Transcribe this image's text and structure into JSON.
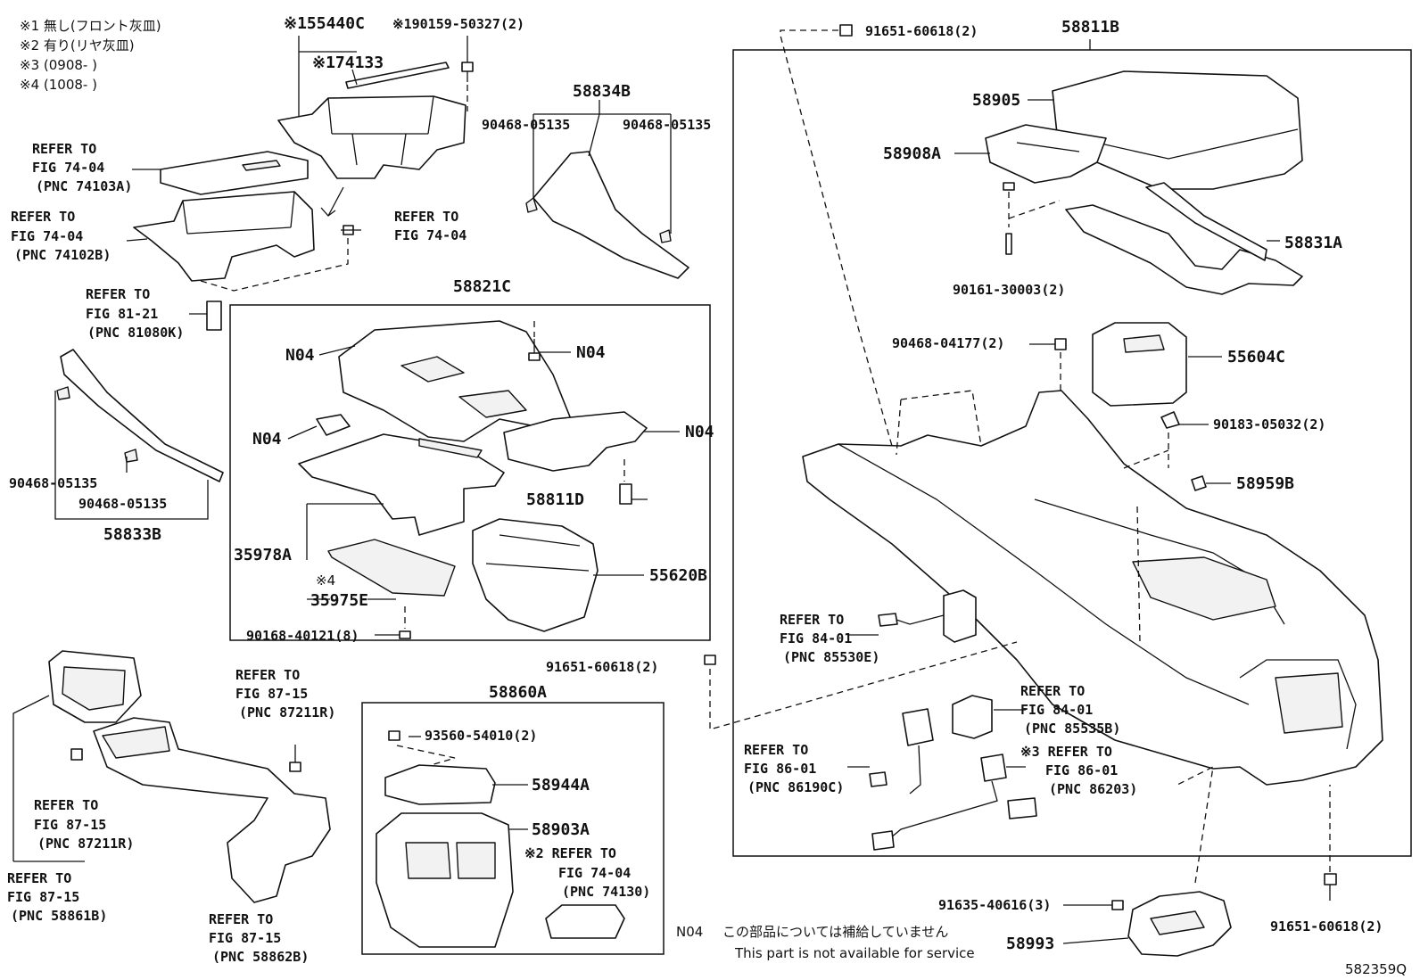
{
  "notes": {
    "n1": "※1 無し(フロント灰皿)",
    "n2": "※2 有り(リヤ灰皿)",
    "n3": "※3 (0908-      )",
    "n4": "※4 (1008-      )"
  },
  "labels": {
    "p55440C": "※155440C",
    "p90159": "※190159-50327(2)",
    "p74133": "※174133",
    "ref74103a_1": "REFER TO",
    "ref74103a_2": "FIG 74-04",
    "ref74103a_3": "(PNC 74103A)",
    "ref74102b_1": "REFER TO",
    "ref74102b_2": "FIG 74-04",
    "ref74102b_3": "(PNC 74102B)",
    "ref7404_1": "REFER TO",
    "ref7404_2": "FIG 74-04",
    "p58834B": "58834B",
    "p90468_a": "90468-05135",
    "p90468_b": "90468-05135",
    "ref81080k_1": "REFER TO",
    "ref81080k_2": "FIG 81-21",
    "ref81080k_3": "(PNC 81080K)",
    "p58821C": "58821C",
    "n04_1": "N04",
    "n04_2": "N04",
    "n04_3": "N04",
    "n04_4": "N04",
    "p58811D": "58811D",
    "p35978A": "35978A",
    "x4": "※4",
    "p35975E": "35975E",
    "p55620B": "55620B",
    "p90168": "90168-40121(8)",
    "p90468_c": "90468-05135",
    "p90468_d": "90468-05135",
    "p58833B": "58833B",
    "p91651_a": "91651-60618(2)",
    "p58811B": "58811B",
    "p58905": "58905",
    "p58908A": "58908A",
    "p58831A": "58831A",
    "p90161": "90161-30003(2)",
    "p90468_e": "90468-04177(2)",
    "p55604C": "55604C",
    "p90183": "90183-05032(2)",
    "p58959B": "58959B",
    "ref85530e_1": "REFER TO",
    "ref85530e_2": "FIG 84-01",
    "ref85530e_3": "(PNC 85530E)",
    "p91651_b": "91651-60618(2)",
    "ref87211r_a1": "REFER TO",
    "ref87211r_a2": "FIG 87-15",
    "ref87211r_a3": "(PNC 87211R)",
    "p58860A": "58860A",
    "p93560": "93560-54010(2)",
    "p58944A": "58944A",
    "p58903A": "58903A",
    "ref74130_1": "※2 REFER TO",
    "ref74130_2": "FIG 74-04",
    "ref74130_3": "(PNC 74130)",
    "ref85535b_1": "REFER TO",
    "ref85535b_2": "FIG 84-01",
    "ref85535b_3": "(PNC 85535B)",
    "ref86190c_1": "REFER TO",
    "ref86190c_2": "FIG 86-01",
    "ref86190c_3": "(PNC 86190C)",
    "ref86203_1": "※3 REFER TO",
    "ref86203_2": "FIG 86-01",
    "ref86203_3": "(PNC 86203)",
    "ref87211r_b1": "REFER TO",
    "ref87211r_b2": "FIG 87-15",
    "ref87211r_b3": "(PNC 87211R)",
    "ref58861b_1": "REFER TO",
    "ref58861b_2": "FIG 87-15",
    "ref58861b_3": "(PNC 58861B)",
    "ref58862b_1": "REFER TO",
    "ref58862b_2": "FIG 87-15",
    "ref58862b_3": "(PNC 58862B)",
    "p91635": "91635-40616(3)",
    "p58993": "58993",
    "p91651_c": "91651-60618(2)"
  },
  "legend": {
    "code": "N04",
    "jp": "この部品については補給していません",
    "en": "This part is not available for service"
  },
  "figure_id": "582359Q"
}
